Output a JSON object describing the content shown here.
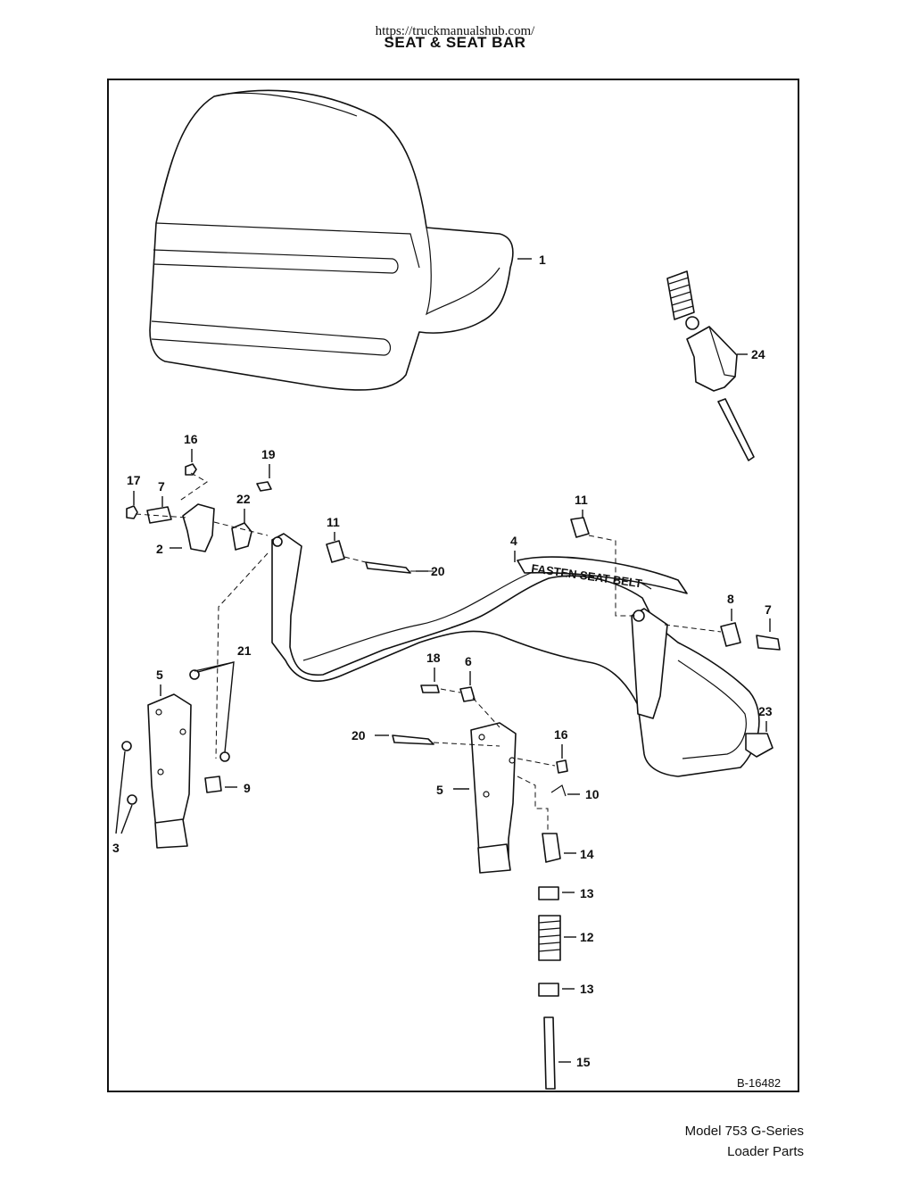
{
  "header": {
    "url": "https://truckmanualshub.com/",
    "title": "SEAT & SEAT BAR"
  },
  "diagram": {
    "callouts": {
      "c1": "1",
      "c2": "2",
      "c3": "3",
      "c4": "4",
      "c5a": "5",
      "c5b": "5",
      "c6": "6",
      "c7a": "7",
      "c7b": "7",
      "c8": "8",
      "c9": "9",
      "c10": "10",
      "c11a": "11",
      "c11b": "11",
      "c12": "12",
      "c13a": "13",
      "c13b": "13",
      "c14": "14",
      "c15": "15",
      "c16a": "16",
      "c16b": "16",
      "c17": "17",
      "c18": "18",
      "c19": "19",
      "c20a": "20",
      "c20b": "20",
      "c21": "21",
      "c22": "22",
      "c23": "23",
      "c24": "24"
    },
    "decal_text": "FASTEN SEAT BELT",
    "drawing_number": "B-16482"
  },
  "footer": {
    "line1": "Model 753 G-Series",
    "line2": "Loader Parts"
  }
}
